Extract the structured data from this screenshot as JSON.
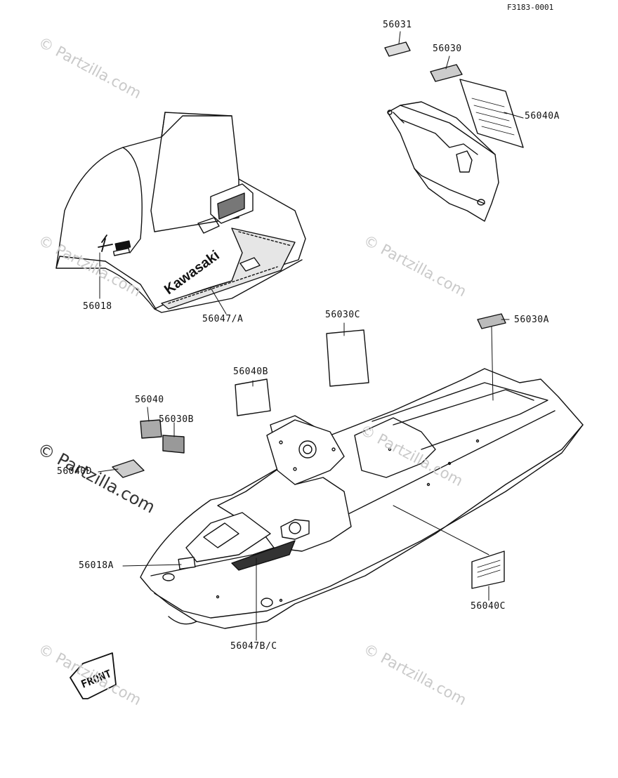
{
  "figure_ref": "F3183-0001",
  "watermark": "© Partzilla.com",
  "labels": {
    "p56031": "56031",
    "p56030": "56030",
    "p56040A": "56040A",
    "p56018": "56018",
    "p56047A": "56047/A",
    "p56030C": "56030C",
    "p56030A": "56030A",
    "p56040B": "56040B",
    "p56040": "56040",
    "p56030B": "56030B",
    "p56040D": "56040D",
    "p56018A": "56018A",
    "p56040C": "56040C",
    "p56047BC": "56047B/C"
  },
  "front_arrow": "FRONT",
  "decal_text": "Kawasaki",
  "hood_logo": "X"
}
